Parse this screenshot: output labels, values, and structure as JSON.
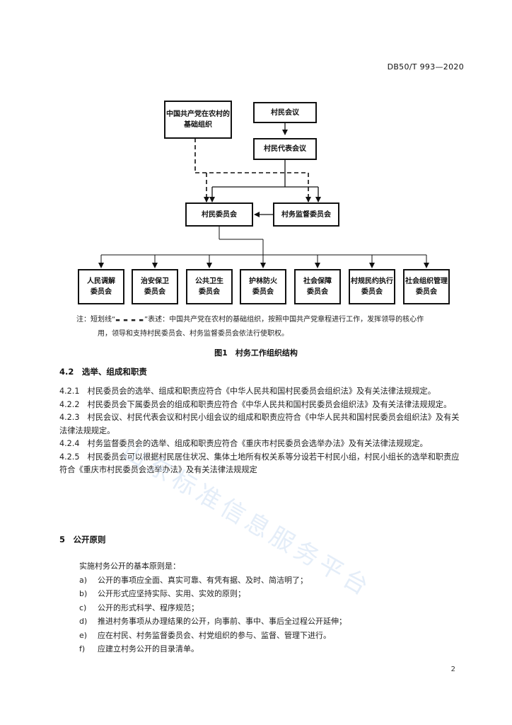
{
  "header": {
    "std_code": "DB50/T 993—2020"
  },
  "org_chart": {
    "party_org": [
      "中国共产党在农村的",
      "基础组织"
    ],
    "village_meeting": "村民会议",
    "representative_meeting": "村民代表会议",
    "villager_committee": "村民委员会",
    "supervision_committee": "村务监督委员会",
    "sub_committees": [
      [
        "人民调解",
        "委员会"
      ],
      [
        "治安保卫",
        "委员会"
      ],
      [
        "公共卫生",
        "委员会"
      ],
      [
        "护林防火",
        "委员会"
      ],
      [
        "社会保障",
        "委员会"
      ],
      [
        "村规民约执行",
        "委员会"
      ],
      [
        "社会组织管理",
        "委员会"
      ]
    ]
  },
  "note": {
    "line1_prefix": "注：短划线“",
    "dash": "▬ ▬ ▬ ▬",
    "line1_suffix": "”表述：中国共产党在农村的基础组织，按照中国共产党章程进行工作，发挥领导的核心作",
    "line2": "用，领导和支持村民委员会、村务监督委员会依法行使职权。"
  },
  "figure_caption": "图1　村务工作组织结构",
  "section_4_2": {
    "heading": "4.2　选举、组成和职责",
    "paras": [
      "4.2.1　村民委员会的选举、组成和职责应符合《中华人民共和国村民委员会组织法》及有关法律法规规定。",
      "4.2.2　村民委员会下属委员会的组成和职责应符合《中华人民共和国村民委员会组织法》及有关法律法规规定。",
      "4.2.3　村民会议、村民代表会议和村民小组会议的组成和职责应符合《中华人民共和国村民委员会组织法》及有关法律法规规定。",
      "4.2.4　村务监督委员会的选举、组成和职责应符合《重庆市村民委员会选举办法》及有关法律法规规定。",
      "4.2.5　村民委员会可以根据村民居住状况、集体土地所有权关系等分设若干村民小组，村民小组长的选举和职责应符合《重庆市村民委员会选举办法》及有关法律法规规定"
    ]
  },
  "section_5": {
    "heading": "5　公开原则",
    "intro": "实施村务公开的基本原则是：",
    "items": [
      {
        "label": "a)",
        "text": "公开的事项应全面、真实可靠、有凭有据、及时、简洁明了；"
      },
      {
        "label": "b)",
        "text": "公开形式应坚持实际、实用、实效的原则；"
      },
      {
        "label": "c)",
        "text": "公开的形式科学、程序规范；"
      },
      {
        "label": "d)",
        "text": "推进村务事项从办理结果的公开，向事前、事中、事后全过程公开延伸；"
      },
      {
        "label": "e)",
        "text": "应在村民、村务监督委员会、村党组织的参与、监督、管理下进行。"
      },
      {
        "label": "f)",
        "text": "应建立村务公开的目录清单。"
      }
    ]
  },
  "watermark": "山东标准信息服务平台",
  "page_number": "2"
}
